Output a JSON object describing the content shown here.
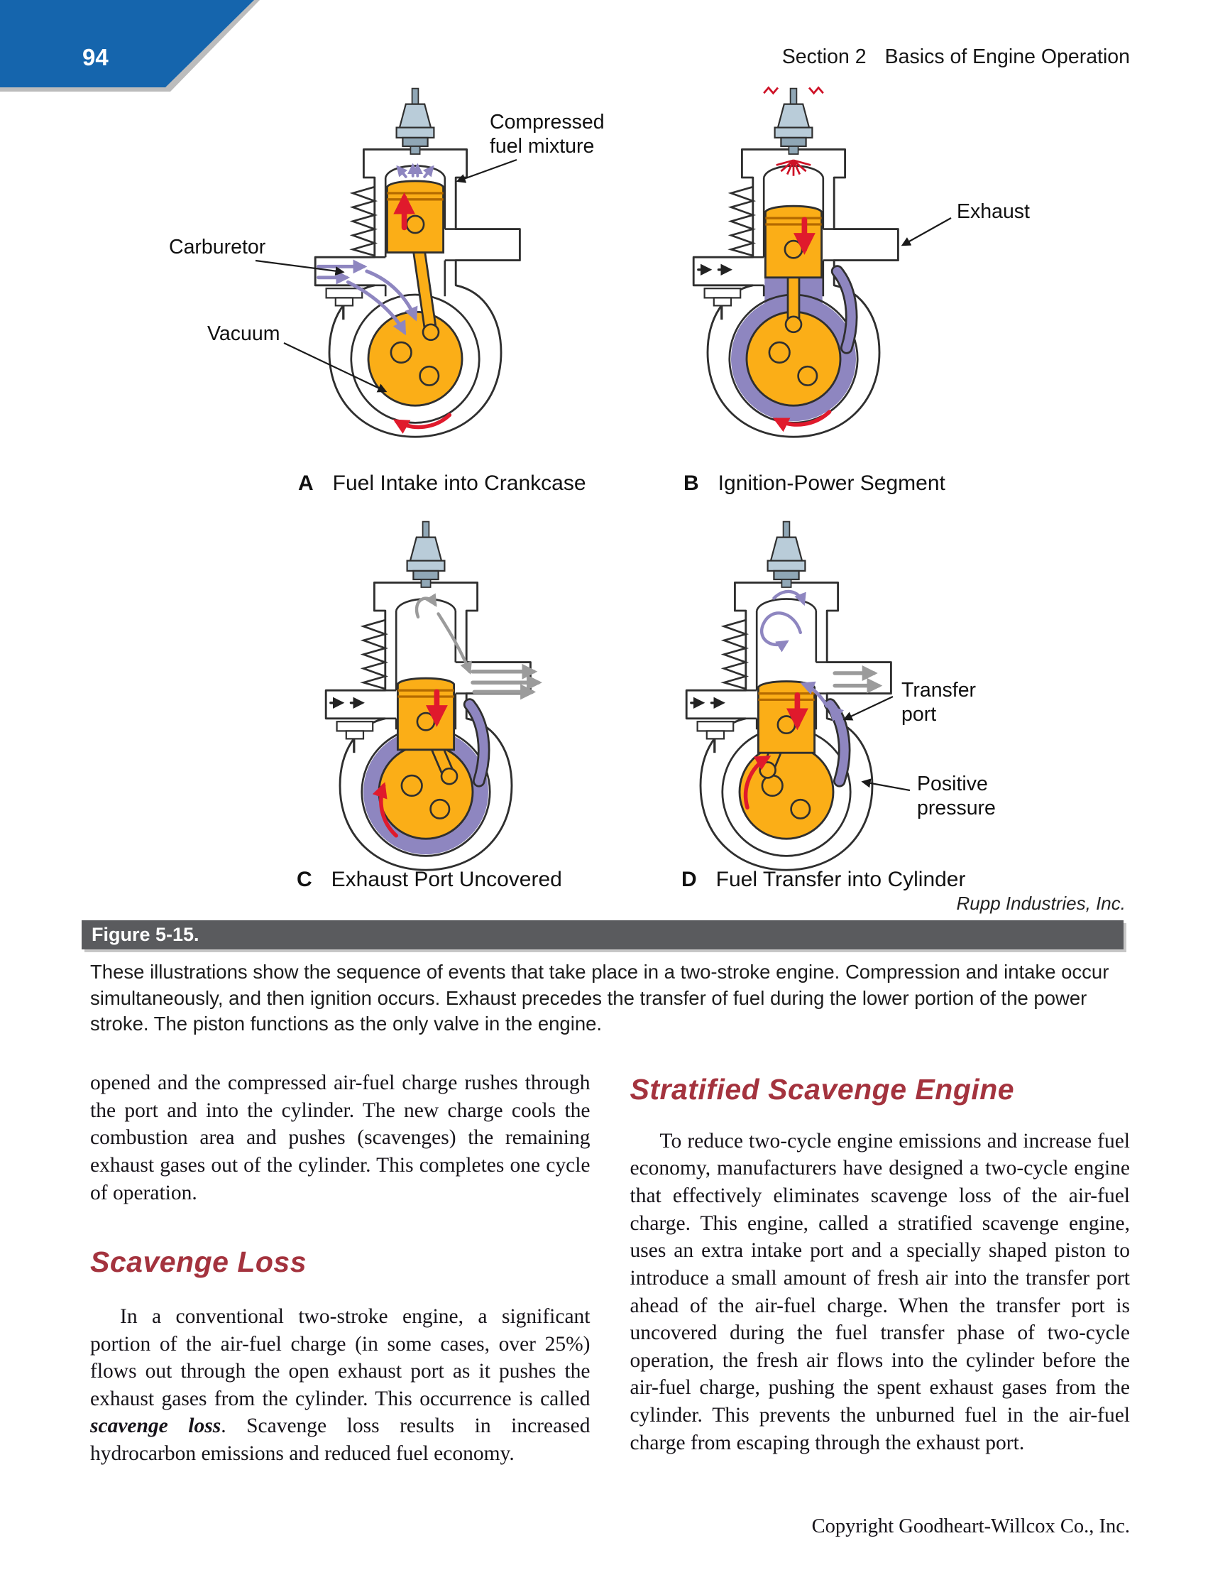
{
  "page": {
    "number": "94",
    "footer": "Copyright Goodheart-Willcox Co., Inc."
  },
  "header": {
    "section": "Section 2",
    "title": "Basics of Engine Operation"
  },
  "figure": {
    "bar_label": "Figure 5-15.",
    "caption": "These illustrations show the sequence of events that take place in a two-stroke engine. Compression and intake occur simultaneously, and then ignition occurs. Exhaust precedes the transfer of fuel during the lower portion of the power stroke. The piston functions as the only valve in the engine.",
    "credit": "Rupp Industries, Inc.",
    "diagrams": [
      {
        "letter": "A",
        "title": "Fuel Intake into Crankcase"
      },
      {
        "letter": "B",
        "title": "Ignition-Power Segment"
      },
      {
        "letter": "C",
        "title": "Exhaust Port Uncovered"
      },
      {
        "letter": "D",
        "title": "Fuel Transfer into Cylinder"
      }
    ],
    "labels": {
      "compressed1": "Compressed",
      "compressed2": "fuel mixture",
      "carburetor": "Carburetor",
      "vacuum": "Vacuum",
      "exhaust": "Exhaust",
      "transfer1": "Transfer",
      "transfer2": "port",
      "pressure1": "Positive",
      "pressure2": "pressure"
    }
  },
  "article": {
    "col1_para1": "opened and the compressed air-fuel charge rushes through the port and into the cylinder. The new charge cools the combustion area and pushes (scavenges) the remaining exhaust gases out of the cylinder. This completes one cycle of operation.",
    "col1_heading": "Scavenge Loss",
    "col1_para2_before": "In a conventional two-stroke engine, a significant portion of the air-fuel charge (in some cases, over 25%) flows out through the open exhaust port as it pushes the exhaust gases from the cylinder. This occurrence is called ",
    "col1_para2_term": "scavenge loss",
    "col1_para2_after": ". Scavenge loss results in increased hydrocarbon emissions and reduced fuel economy.",
    "col2_heading": "Stratified Scavenge Engine",
    "col2_para1": "To reduce two-cycle engine emissions and increase fuel economy, manufacturers have designed a two-cycle engine that effectively eliminates scavenge loss of the air-fuel charge. This engine, called a stratified scavenge engine, uses an extra intake port and a specially shaped piston to introduce a small amount of fresh air into the transfer port ahead of the air-fuel charge. When the transfer port is uncovered during the fuel transfer phase of two-cycle operation, the fresh air flows into the cylinder before the air-fuel charge, pushing the spent exhaust gases from the cylinder. This prevents the unburned fuel in the air-fuel charge from escaping through the exhaust port."
  },
  "colors": {
    "banner_blue": "#1565AD",
    "bar_gray": "#5A5B5E",
    "heading_red": "#A4333E",
    "engine_yellow": "#FBAE17",
    "ring_orange": "#B36A00",
    "charge_purple": "#8E86C0",
    "plug_gray": "#B9CCD9",
    "plug_dark": "#90A7B6",
    "arrow_red": "#E01A2C",
    "spark_red": "#CE1126",
    "exhaust_gray": "#9B9B9B",
    "outline": "#2F2F2F"
  }
}
